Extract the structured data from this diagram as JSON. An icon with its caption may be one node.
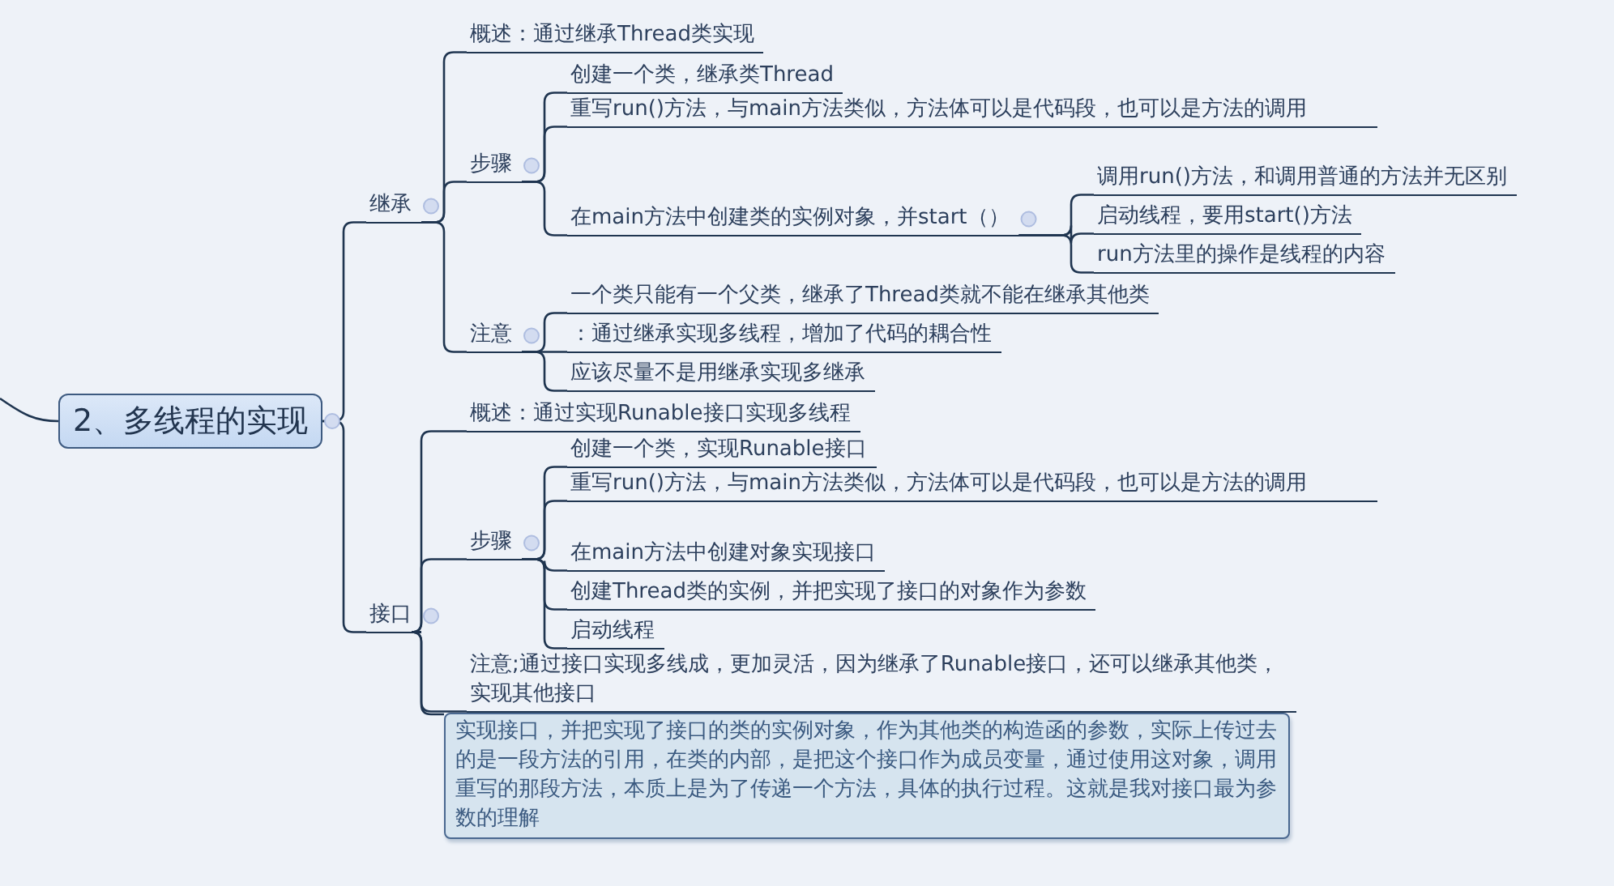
{
  "diagram": {
    "nodes": [
      {
        "text": [
          "2、多线程的实现"
        ]
      },
      {
        "text": [
          "继承"
        ]
      },
      {
        "text": [
          "概述：通过继承Thread类实现"
        ]
      },
      {
        "text": [
          "步骤"
        ]
      },
      {
        "text": [
          "创建一个类，继承类Thread"
        ]
      },
      {
        "text": [
          "重写run()方法，与main方法类似，方法体可以是代码段，也可以是方法的调用"
        ]
      },
      {
        "text": [
          "在main方法中创建类的实例对象，并start（）"
        ]
      },
      {
        "text": [
          "调用run()方法，和调用普通的方法并无区别"
        ]
      },
      {
        "text": [
          "启动线程，要用start()方法"
        ]
      },
      {
        "text": [
          "run方法里的操作是线程的内容"
        ]
      },
      {
        "text": [
          "注意"
        ]
      },
      {
        "text": [
          "一个类只能有一个父类，继承了Thread类就不能在继承其他类"
        ]
      },
      {
        "text": [
          "：通过继承实现多线程，增加了代码的耦合性"
        ]
      },
      {
        "text": [
          "应该尽量不是用继承实现多继承"
        ]
      },
      {
        "text": [
          "接口"
        ]
      },
      {
        "text": [
          "概述：通过实现Runable接口实现多线程"
        ]
      },
      {
        "text": [
          "步骤"
        ]
      },
      {
        "text": [
          "创建一个类，实现Runable接口"
        ]
      },
      {
        "text": [
          "重写run()方法，与main方法类似，方法体可以是代码段，也可以是方法的调用"
        ]
      },
      {
        "text": [
          "在main方法中创建对象实现接口"
        ]
      },
      {
        "text": [
          "创建Thread类的实例，并把实现了接口的对象作为参数"
        ]
      },
      {
        "text": [
          "启动线程"
        ]
      },
      {
        "text": [
          "注意;通过接口实现多线成，更加灵活，因为继承了Runable接口，还可以继承其他类，实现其他接口"
        ]
      },
      {
        "text": [
          "实现接口，并把实现了接口的类的实例对象，作为其他类的构造函的参数，实际上传过去的是一段方法的引用，在类的内部，是把这个接口作为成员变量，通过使用这对象，调用重写的那段方法，本质上是为了传递一个方法，具体的执行过程。这就是我对接口最为参数的理解"
        ]
      }
    ],
    "edges": [
      {
        "from": null,
        "to": 0,
        "arrow": "none"
      },
      {
        "from": 0,
        "to": 1,
        "arrow": "none"
      },
      {
        "from": 0,
        "to": 14,
        "arrow": "none"
      },
      {
        "from": 1,
        "to": 2,
        "arrow": "none"
      },
      {
        "from": 1,
        "to": 3,
        "arrow": "none"
      },
      {
        "from": 1,
        "to": 10,
        "arrow": "none"
      },
      {
        "from": 3,
        "to": 4,
        "arrow": "none"
      },
      {
        "from": 3,
        "to": 5,
        "arrow": "none"
      },
      {
        "from": 3,
        "to": 6,
        "arrow": "none"
      },
      {
        "from": 6,
        "to": 7,
        "arrow": "none"
      },
      {
        "from": 6,
        "to": 8,
        "arrow": "none"
      },
      {
        "from": 6,
        "to": 9,
        "arrow": "none"
      },
      {
        "from": 10,
        "to": 11,
        "arrow": "none"
      },
      {
        "from": 10,
        "to": 12,
        "arrow": "none"
      },
      {
        "from": 10,
        "to": 13,
        "arrow": "none"
      },
      {
        "from": 14,
        "to": 15,
        "arrow": "none"
      },
      {
        "from": 14,
        "to": 16,
        "arrow": "none"
      },
      {
        "from": 14,
        "to": 22,
        "arrow": "none"
      },
      {
        "from": 14,
        "to": 23,
        "arrow": "none"
      },
      {
        "from": 16,
        "to": 17,
        "arrow": "none"
      },
      {
        "from": 16,
        "to": 18,
        "arrow": "none"
      },
      {
        "from": 16,
        "to": 19,
        "arrow": "none"
      },
      {
        "from": 16,
        "to": 20,
        "arrow": "none"
      },
      {
        "from": 16,
        "to": 21,
        "arrow": "none"
      }
    ]
  }
}
